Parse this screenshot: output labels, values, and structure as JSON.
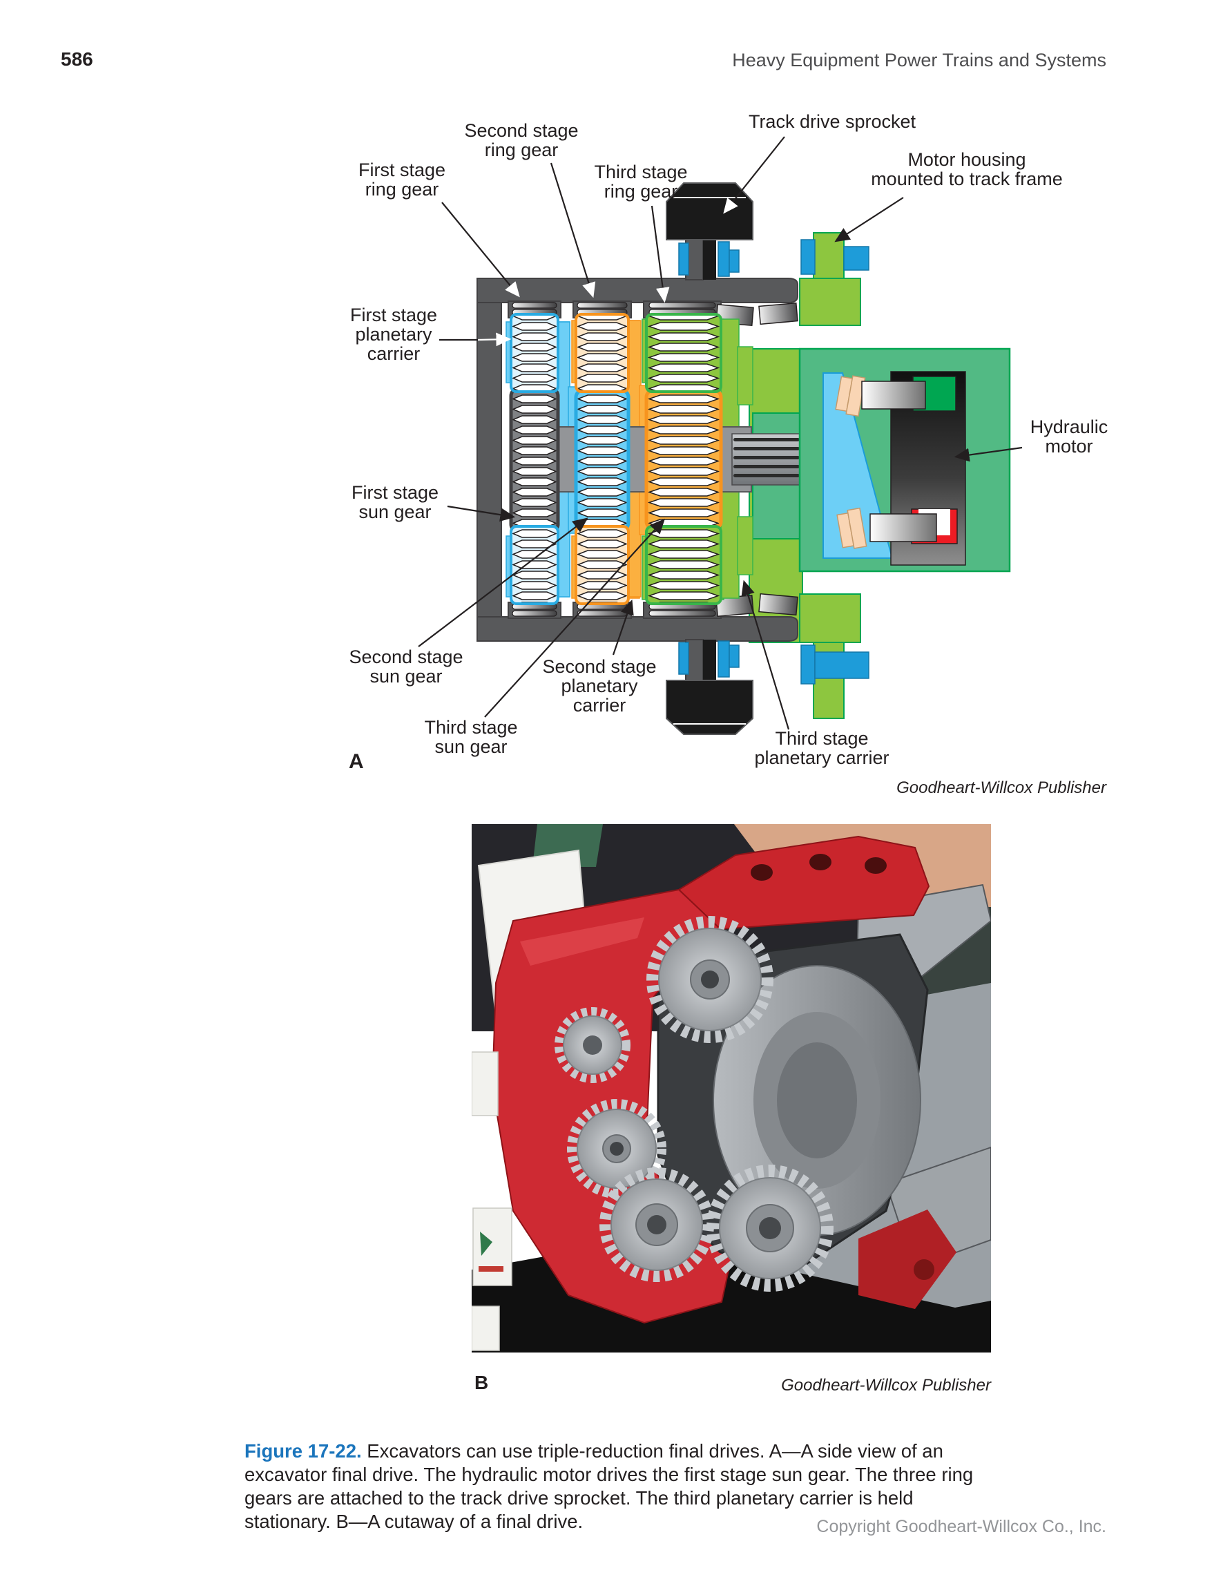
{
  "page": {
    "number": "586",
    "header_title": "Heavy Equipment Power Trains and Systems",
    "footer": "Copyright Goodheart-Willcox Co., Inc."
  },
  "figure": {
    "label": "Figure 17-22.",
    "caption": "Excavators can use triple-reduction final drives. A—A side view of an excavator final drive. The hydraulic motor drives the first stage sun gear. The three ring gears are attached to the track drive sprocket. The third planetary carrier is held stationary. B—A cutaway of a final drive.",
    "part_a_label": "A",
    "part_b_label": "B",
    "credit_a": "Goodheart-Willcox Publisher",
    "credit_b": "Goodheart-Willcox Publisher"
  },
  "diagram": {
    "labels": {
      "second_stage_ring_gear": {
        "l1": "Second stage",
        "l2": "ring gear"
      },
      "first_stage_ring_gear": {
        "l1": "First stage",
        "l2": "ring gear"
      },
      "third_stage_ring_gear": {
        "l1": "Third stage",
        "l2": "ring gear"
      },
      "track_drive_sprocket": {
        "l1": "Track drive sprocket"
      },
      "motor_housing": {
        "l1": "Motor housing",
        "l2": "mounted to track frame"
      },
      "first_stage_planetary_carrier": {
        "l1": "First stage",
        "l2": "planetary",
        "l3": "carrier"
      },
      "hydraulic_motor": {
        "l1": "Hydraulic",
        "l2": "motor"
      },
      "first_stage_sun_gear": {
        "l1": "First stage",
        "l2": "sun gear"
      },
      "second_stage_sun_gear": {
        "l1": "Second stage",
        "l2": "sun gear"
      },
      "third_stage_sun_gear": {
        "l1": "Third stage",
        "l2": "sun gear"
      },
      "second_stage_planetary_carrier": {
        "l1": "Second stage",
        "l2": "planetary",
        "l3": "carrier"
      },
      "third_stage_planetary_carrier": {
        "l1": "Third stage",
        "l2": "planetary carrier"
      }
    },
    "colors": {
      "stage1_fill": "#6DCFF6",
      "stage1_outline": "#29ABE2",
      "stage2_fill": "#FBB040",
      "stage2_outline": "#F7941E",
      "stage3_fill": "#8DC63F",
      "stage3_outline": "#39B54A",
      "housing_gray": "#58595B",
      "shaft_gray": "#939598",
      "motor_mount_green": "#52BA84",
      "sprocket_black": "#1A1A1A",
      "bolt_blue": "#1E9CD9",
      "port_green": "#00A651",
      "port_red": "#ED1C24",
      "figure_label_blue": "#1B75BC"
    }
  }
}
